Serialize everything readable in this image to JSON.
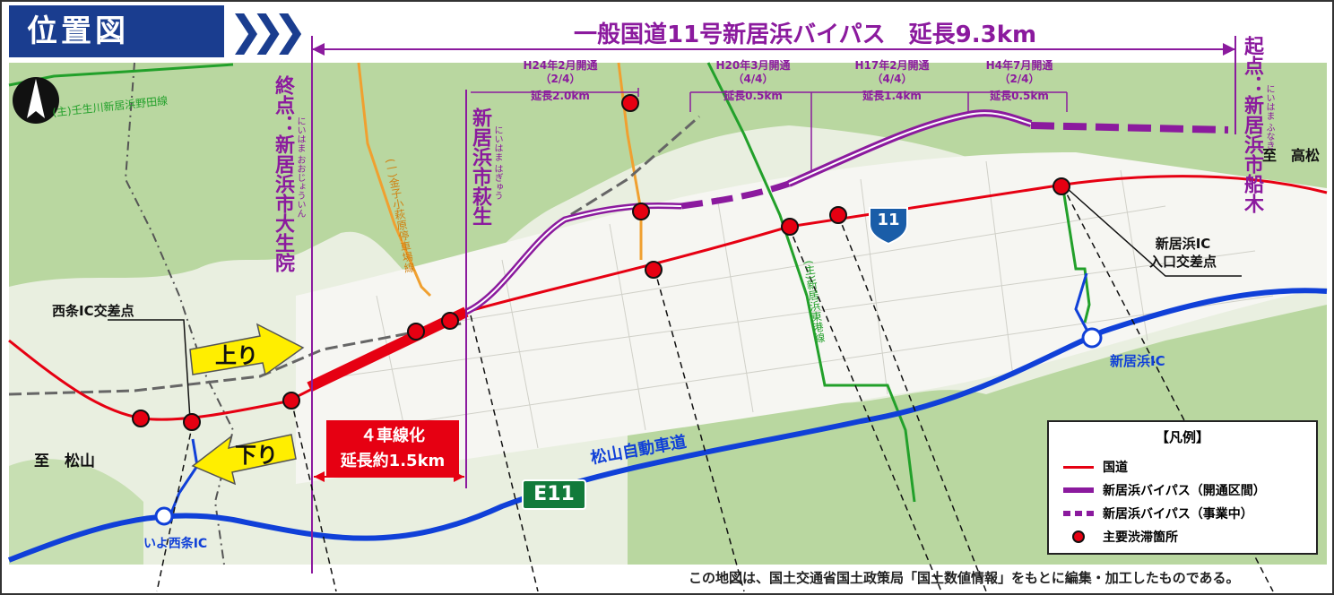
{
  "title": "位置図",
  "bypass_title": "一般国道11号新居浜バイパス　延長9.3km",
  "endpoint_end": {
    "label": "終点：新居浜市大生院",
    "ruby": "にいはま おおじょういん"
  },
  "endpoint_start": {
    "label": "起点：新居浜市船木",
    "ruby": "にいはま ふなき"
  },
  "mid_point": {
    "label": "新居浜市萩生",
    "ruby": "にいはま はぎゅう"
  },
  "sections": [
    {
      "date": "H24年2月開通",
      "ratio": "（2/4）",
      "length": "延長2.0km"
    },
    {
      "date": "H20年3月開通",
      "ratio": "（4/4）",
      "length": "延長0.5km"
    },
    {
      "date": "H17年2月開通",
      "ratio": "（4/4）",
      "length": "延長1.4km"
    },
    {
      "date": "H4年7月開通",
      "ratio": "（2/4）",
      "length": "延長0.5km"
    }
  ],
  "four_lane": {
    "line1": "４車線化",
    "line2": "延長約1.5km"
  },
  "direction_up": "上り",
  "direction_down": "下り",
  "to_matsuyama": "至　松山",
  "to_takamatsu": "至　高松",
  "route_shield": "11",
  "expressway_shield": "E11",
  "expressway_name": "松山自動車道",
  "saijo_ic_junction": "西条IC交差点",
  "niihama_ic_junction": {
    "line1": "新居浜IC",
    "line2": "入口交差点"
  },
  "ic_iyo_saijo": "いよ西条IC",
  "ic_niihama": "新居浜IC",
  "road_label_prefectural_1": "(主)壬生川新居浜野田線",
  "road_label_prefectural_2": "(主)新居浜東港線",
  "road_label_general": "(一)金子小萩原停車場線",
  "legend": {
    "heading": "【凡例】",
    "items": [
      {
        "label": "国道",
        "color": "#e60012"
      },
      {
        "label": "新居浜バイパス（開通区間）",
        "color": "#8b1a9e"
      },
      {
        "label": "新居浜バイパス（事業中）",
        "color": "#8b1a9e"
      },
      {
        "label": "主要渋滞箇所",
        "color": "#e60012"
      }
    ]
  },
  "footnote": "この地図は、国土交通省国土政策局「国土数値情報」をもとに編集・加工したものである。",
  "colors": {
    "national_road": "#e60012",
    "bypass": "#8b1a9e",
    "expressway": "#1040d8",
    "prefectural": "#22a02a",
    "title_bg": "#1a3d8f"
  }
}
